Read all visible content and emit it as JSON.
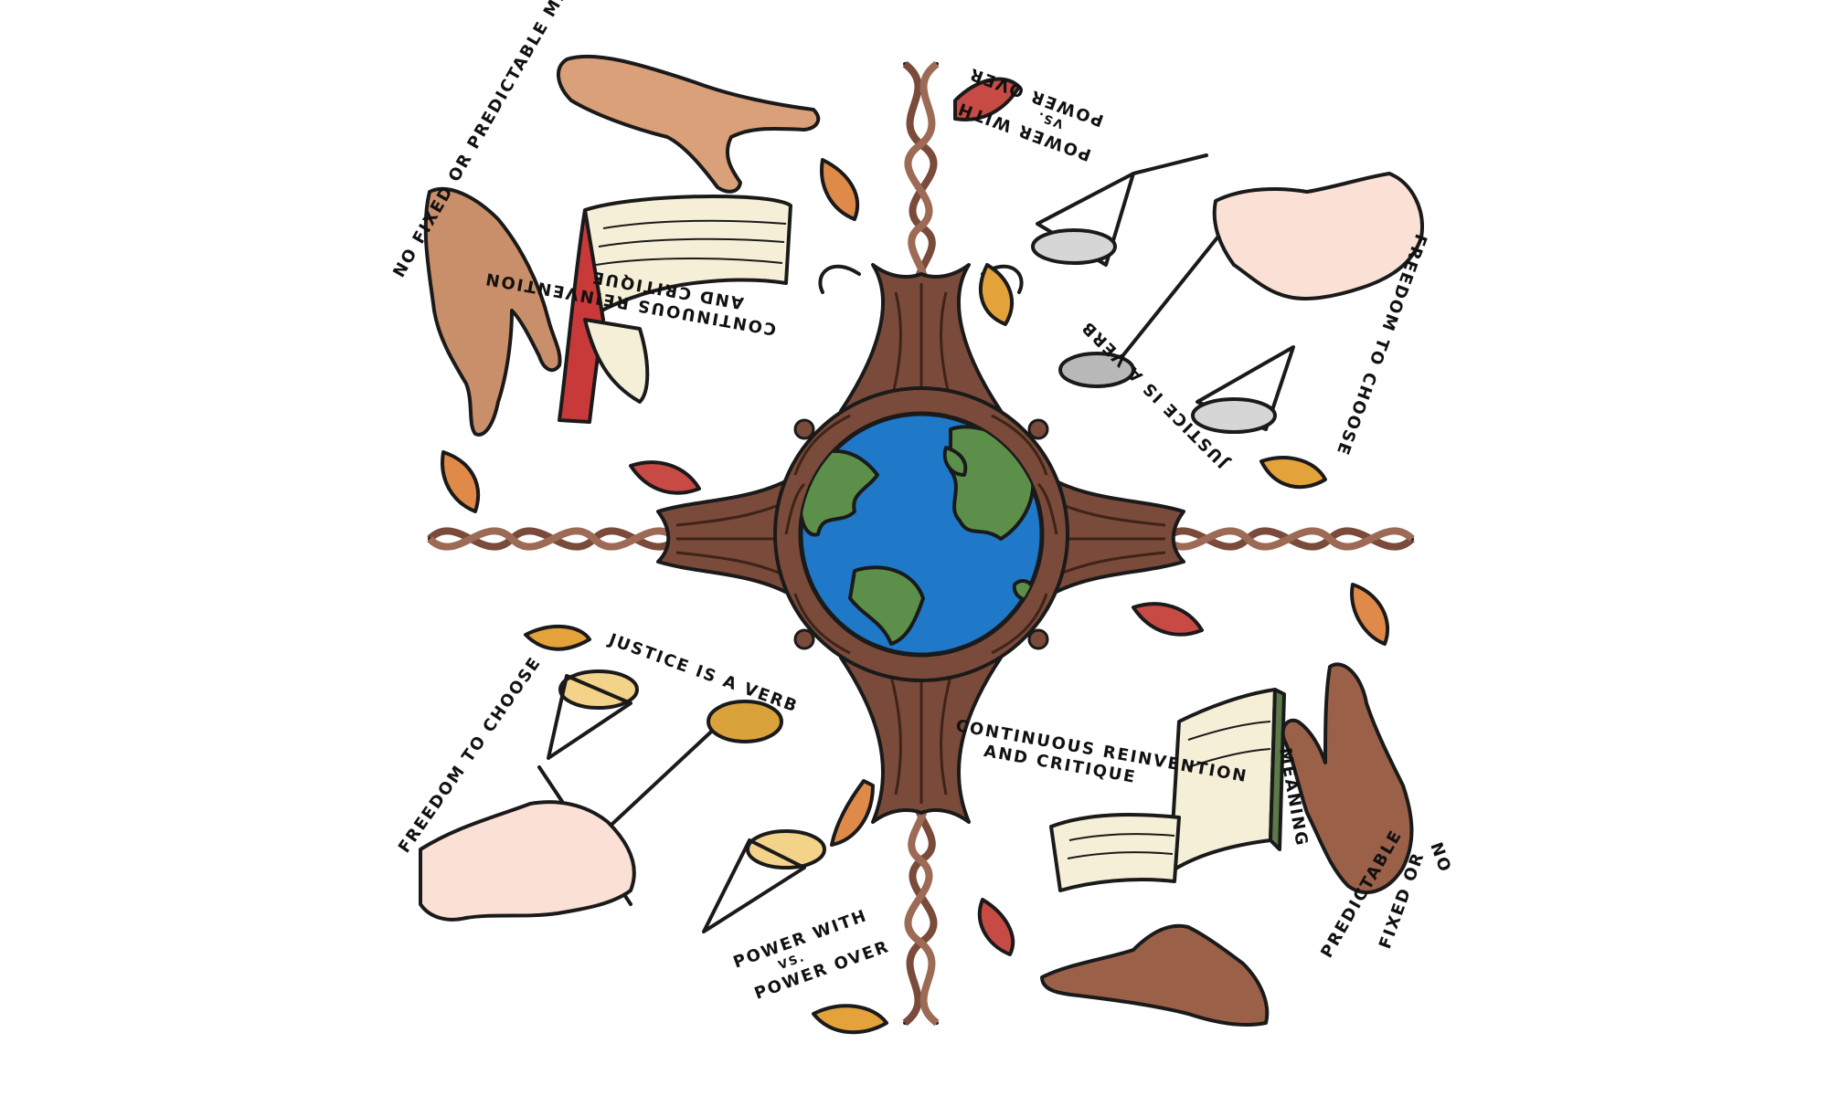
{
  "captions": {
    "no_fixed": "NO FIXED OR PREDICTABLE MEANING",
    "no_fixed_line1": "NO",
    "no_fixed_line2": "FIXED OR",
    "no_fixed_line3": "PREDICTABLE",
    "no_fixed_line4": "MEANING",
    "reinvention_line1": "CONTINUOUS REINVENTION",
    "reinvention_line2": "AND CRITIQUE",
    "power_line1": "POWER WITH",
    "power_line2": "VS.",
    "power_line3": "POWER OVER",
    "freedom": "FREEDOM TO CHOOSE",
    "justice": "JUSTICE IS A VERB"
  },
  "colors": {
    "ocean": "#1f78c8",
    "land": "#5b8f4a",
    "bark": "#7a4a3a",
    "bark_light": "#9c6a55",
    "leaf_red": "#c84a45",
    "leaf_orange": "#e08a4a",
    "leaf_gold": "#e3a23a",
    "book_page": "#f6efd8",
    "book_red": "#c83a3a",
    "book_green": "#5b7a4a",
    "scale_silver": "#c9c9c9",
    "scale_gold": "#d9a23a",
    "skin_light": "#fbe0d6",
    "skin_medium": "#d9a07a",
    "skin_tan": "#c98f6a",
    "skin_dark": "#9a6048"
  },
  "icons": [
    "globe-icon",
    "tree-root-icon",
    "book-icon",
    "scales-icon",
    "hand-icon",
    "leaf-icon"
  ]
}
